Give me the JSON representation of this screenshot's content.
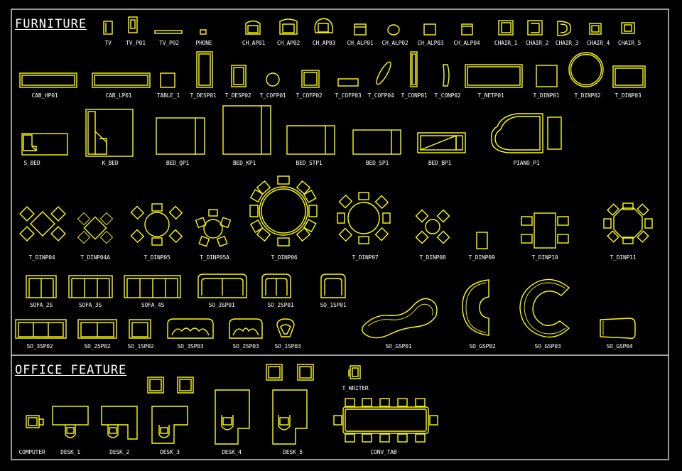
{
  "sections": {
    "furniture": "FURNITURE",
    "office": "OFFICE FEATURE"
  },
  "labels": {
    "tv": "TV",
    "tv_p01": "TV_P01",
    "tv_p02": "TV_P02",
    "phone": "PHONE",
    "ch_ap01": "CH_AP01",
    "ch_ap02": "CH_AP02",
    "ch_ap03": "CH_AP03",
    "ch_alp01": "CH_ALP01",
    "ch_alp02": "CH_ALP02",
    "ch_alp03": "CH_ALP03",
    "ch_alp04": "CH_ALP04",
    "chair_1": "CHAIR_1",
    "chair_2": "CHAIR_2",
    "chair_3": "CHAIR_3",
    "chair_4": "CHAIR_4",
    "chair_5": "CHAIR_5",
    "cab_hp01": "CAB_HP01",
    "cab_lp01": "CAB_LP01",
    "table_1": "TABLE_1",
    "t_desp01": "T_DESP01",
    "t_desp02": "T_DESP02",
    "t_cofp01": "T_COFP01",
    "t_cofp02": "T_COFP02",
    "t_cofp03": "T_COFP03",
    "t_cofp04": "T_COFP04",
    "t_conp01": "T_CONP01",
    "t_conp02": "T_CONP02",
    "t_netp01": "T_NETP01",
    "t_dinp01": "T_DINP01",
    "t_dinp02": "T_DINP02",
    "t_dinp03": "T_DINP03",
    "s_bed": "S_BED",
    "k_bed": "K_BED",
    "bed_qp1": "BED_QP1",
    "bed_kp1": "BED_KP1",
    "bed_stp1": "BED_STP1",
    "bed_sp1": "BED_SP1",
    "bed_bp1": "BED_BP1",
    "piano_p1": "PIANO_P1",
    "t_dinp04": "T_DINP04",
    "t_dinp04a": "T_DINP04A",
    "t_dinp05": "T_DINP05",
    "t_dinp05a": "T_DINP05A",
    "t_dinp06": "T_DINP06",
    "t_dinp07": "T_DINP07",
    "t_dinp08": "T_DINP08",
    "t_dinp09": "T_DINP09",
    "t_dinp10": "T_DINP10",
    "t_dinp11": "T_DINP11",
    "sofa_2s": "SOFA_2S",
    "sofa_3s": "SOFA_3S",
    "sofa_4s": "SOFA_4S",
    "so_3sp01": "SO_3SP01",
    "so_2sp01": "SO_2SP01",
    "so_1sp01": "SO_1SP01",
    "so_3sp02": "SO_3SP02",
    "so_2sp02": "SO_2SP02",
    "so_1sp02": "SO_1SP02",
    "so_3sp03": "SO_3SP03",
    "so_2sp03": "SO_2SP03",
    "so_1sp03": "SO_1SP03",
    "so_gsp01": "SO_GSP01",
    "so_gsp02": "SO_GSP02",
    "so_gsp03": "SO_GSP03",
    "so_gsp04": "SO_GSP04",
    "computer": "COMPUTER",
    "desk_1": "DESK_1",
    "desk_2": "DESK_2",
    "desk_3": "DESK_3",
    "desk_4": "DESK_4",
    "desk_5": "DESK_5",
    "t_writer": "T_WRITER",
    "conv_tab": "CONV_TAB"
  },
  "colors": {
    "background": "#000000",
    "symbol": "#ffff00",
    "text": "#ffffff"
  }
}
